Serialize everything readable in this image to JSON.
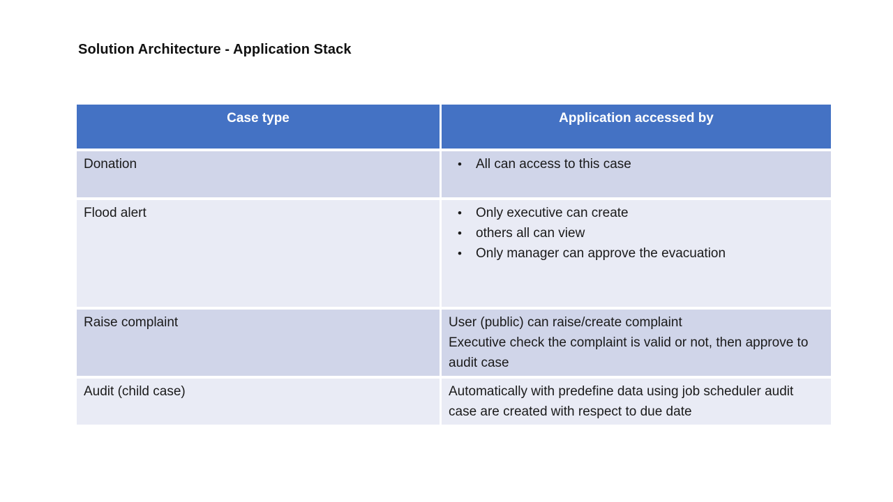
{
  "slide": {
    "title": "Solution Architecture - Application Stack"
  },
  "table": {
    "headers": [
      "Case type",
      "Application accessed by"
    ],
    "rows": [
      {
        "case_type": "Donation",
        "bullets": [
          "All can access to this case"
        ],
        "paragraphs": []
      },
      {
        "case_type": "Flood alert",
        "bullets": [
          "Only executive can create",
          "others all can view",
          "Only manager can approve the evacuation"
        ],
        "paragraphs": []
      },
      {
        "case_type": "Raise complaint",
        "bullets": [],
        "paragraphs": [
          "User (public) can raise/create complaint",
          "Executive check the complaint is valid or not, then approve to audit case"
        ]
      },
      {
        "case_type": "Audit (child case)",
        "bullets": [],
        "paragraphs": [
          "Automatically with predefine data using job scheduler audit case are created with respect to due date"
        ]
      }
    ],
    "colors": {
      "header_bg": "#4472C4",
      "header_text": "#FFFFFF",
      "row_odd_bg": "#D0D5E9",
      "row_even_bg": "#E9EBF5",
      "gap": "#FFFFFF",
      "body_text": "#1A1A1A"
    }
  }
}
